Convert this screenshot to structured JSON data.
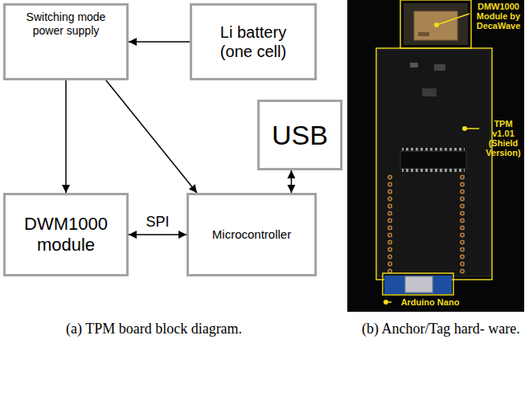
{
  "diagram": {
    "nodes": [
      {
        "text": [
          "Switching mode power supply"
        ]
      },
      {
        "text": [
          "Li battery (one cell)"
        ]
      },
      {
        "text": [
          "USB"
        ]
      },
      {
        "text": [
          "DWM1000 module"
        ]
      },
      {
        "text": [
          "Microcontroller"
        ]
      }
    ],
    "edges": [
      {
        "from": 1,
        "to": 0,
        "arrow": "to"
      },
      {
        "from": 0,
        "to": 3,
        "arrow": "to"
      },
      {
        "from": 0,
        "to": 4,
        "arrow": "to"
      },
      {
        "from": 2,
        "to": 4,
        "arrow": "both"
      },
      {
        "from": 3,
        "to": 4,
        "arrow": "both",
        "label": "SPI"
      }
    ],
    "labels": [
      "DMW1000 Module by DecaWave",
      "TPM v1.01 (Shield Version)",
      "Arduino Nano",
      "(a) TPM board block diagram.",
      "(b) Anchor/Tag hard- ware."
    ]
  }
}
